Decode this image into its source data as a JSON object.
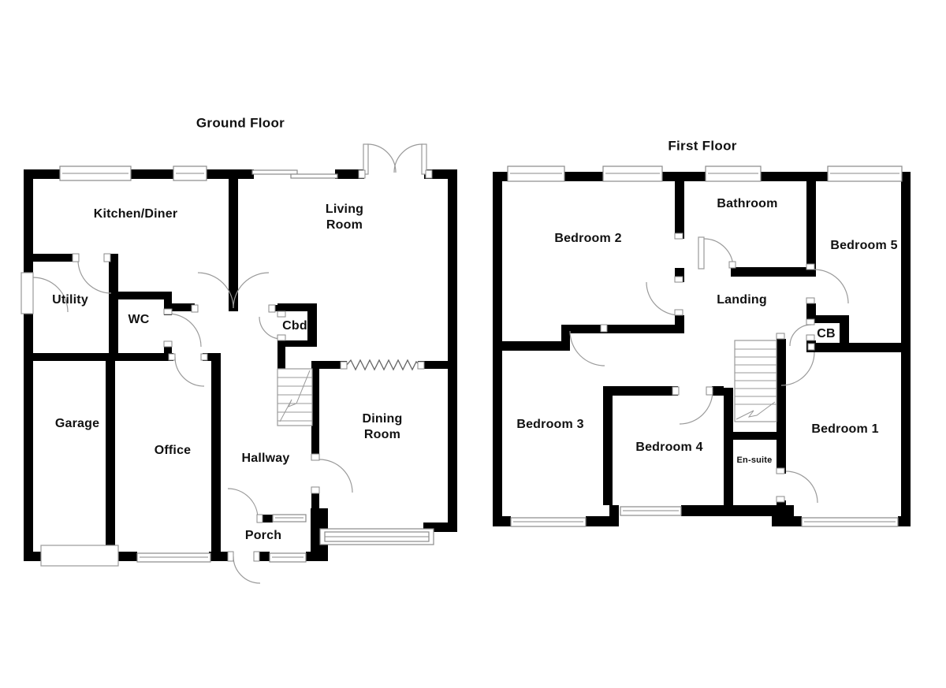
{
  "colors": {
    "wall": "#000000",
    "background": "#ffffff",
    "door_stroke": "#9a9a9a",
    "window_stroke": "#8a8a8a"
  },
  "floors": [
    {
      "id": "ground-floor",
      "title": "Ground Floor",
      "rooms": [
        {
          "name": "kitchen-diner",
          "label": "Kitchen/Diner"
        },
        {
          "name": "living-room",
          "label": "Living\nRoom"
        },
        {
          "name": "utility",
          "label": "Utility"
        },
        {
          "name": "wc",
          "label": "WC"
        },
        {
          "name": "cbd",
          "label": "Cbd"
        },
        {
          "name": "garage",
          "label": "Garage"
        },
        {
          "name": "office",
          "label": "Office"
        },
        {
          "name": "hallway",
          "label": "Hallway"
        },
        {
          "name": "dining-room",
          "label": "Dining\nRoom"
        },
        {
          "name": "porch",
          "label": "Porch"
        }
      ]
    },
    {
      "id": "first-floor",
      "title": "First Floor",
      "rooms": [
        {
          "name": "bedroom-2",
          "label": "Bedroom 2"
        },
        {
          "name": "bathroom",
          "label": "Bathroom"
        },
        {
          "name": "bedroom-5",
          "label": "Bedroom 5"
        },
        {
          "name": "landing",
          "label": "Landing"
        },
        {
          "name": "cb",
          "label": "CB"
        },
        {
          "name": "bedroom-3",
          "label": "Bedroom 3"
        },
        {
          "name": "bedroom-4",
          "label": "Bedroom 4"
        },
        {
          "name": "ensuite",
          "label": "En-suite"
        },
        {
          "name": "bedroom-1",
          "label": "Bedroom 1"
        }
      ]
    }
  ]
}
